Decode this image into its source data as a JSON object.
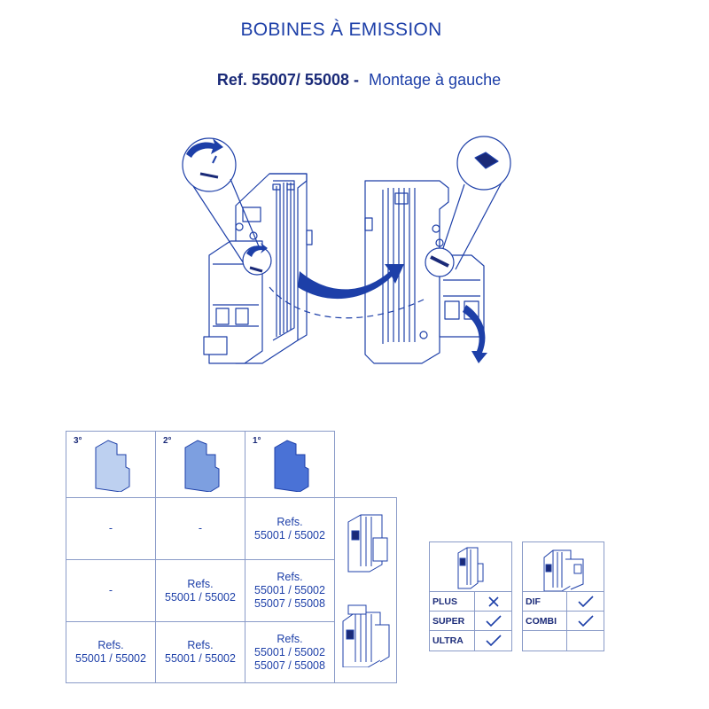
{
  "header": {
    "title": "BOBINES À EMISSION",
    "ref": "Ref. 55007/ 55008 -",
    "mount": "Montage à gauche"
  },
  "table": {
    "positions": [
      "3°",
      "2°",
      "1°"
    ],
    "rows": [
      {
        "cells": [
          [
            "-"
          ],
          [
            "-"
          ],
          [
            "Refs.",
            "55001 / 55002"
          ]
        ]
      },
      {
        "cells": [
          [
            "-"
          ],
          [
            "Refs.",
            "55001 / 55002"
          ],
          [
            "Refs.",
            "55001 / 55002",
            "55007 / 55008"
          ]
        ]
      },
      {
        "cells": [
          [
            "Refs.",
            "55001 / 55002"
          ],
          [
            "Refs.",
            "55001 / 55002"
          ],
          [
            "Refs.",
            "55001 / 55002",
            "55007 / 55008"
          ]
        ]
      }
    ]
  },
  "compat_left": {
    "rows": [
      {
        "label": "PLUS",
        "status": "cross"
      },
      {
        "label": "SUPER",
        "status": "check"
      },
      {
        "label": "ULTRA",
        "status": "check"
      }
    ]
  },
  "compat_right": {
    "rows": [
      {
        "label": "DIF",
        "status": "check"
      },
      {
        "label": "COMBI",
        "status": "check"
      },
      {
        "label": "",
        "status": "none"
      }
    ]
  },
  "colors": {
    "primary": "#1d3fa8",
    "dark": "#1a2a78",
    "light_fill": "#bdd0f0",
    "mid_fill": "#7d9fe0",
    "strong_fill": "#4a72d6",
    "border": "#8a9bc8"
  },
  "icons": [
    "curved-arrow-icon",
    "check-icon",
    "cross-icon",
    "breaker-module-icon"
  ]
}
